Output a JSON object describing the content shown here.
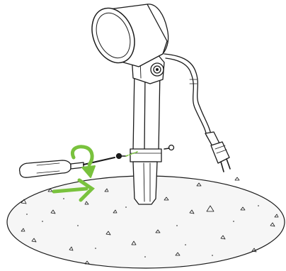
{
  "figure": {
    "style": "monochrome line-art installation illustration",
    "colors": {
      "line": "#1a1a1a",
      "accent": "#79c23d",
      "ground_fill": "#f6f6f6",
      "background": "#ffffff"
    },
    "parts": [
      "spotlight-head",
      "mounting-bracket",
      "pivot-knob",
      "stake-pole",
      "power-cable",
      "euro-plug",
      "screwdriver",
      "screws",
      "soil-ground"
    ],
    "accent_marks": [
      "rotation-arrow",
      "push-direction-arrow",
      "screw-alignment-dashes"
    ]
  }
}
